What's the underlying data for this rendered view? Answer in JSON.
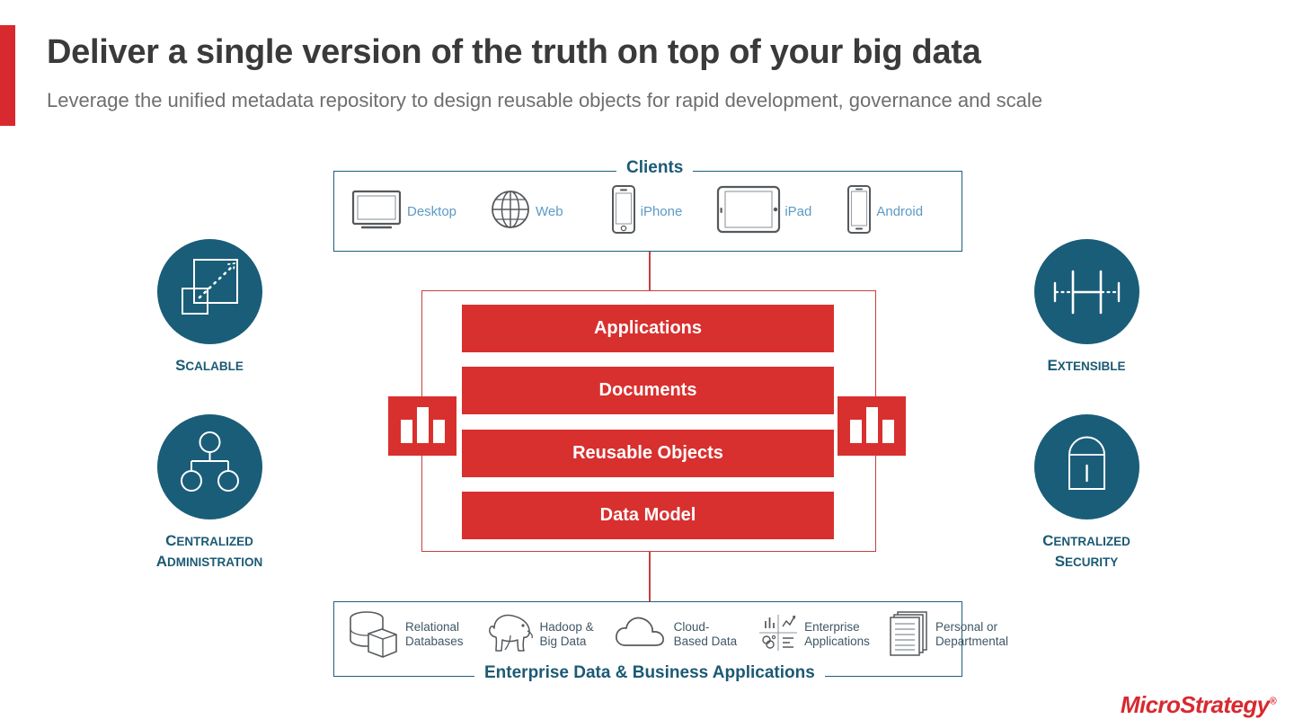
{
  "header": {
    "title": "Deliver a single version of the truth on top of your big data",
    "subtitle": "Leverage the unified metadata repository to design reusable objects for rapid development, governance and scale",
    "accent_color": "#D8292F"
  },
  "colors": {
    "teal": "#1A5D78",
    "red": "#D8302F",
    "label_blue": "#5C9AC4",
    "slate": "#3F5765"
  },
  "clients": {
    "title": "Clients",
    "items": [
      {
        "icon": "desktop-icon",
        "label": "Desktop"
      },
      {
        "icon": "web-globe-icon",
        "label": "Web"
      },
      {
        "icon": "iphone-icon",
        "label": "iPhone"
      },
      {
        "icon": "ipad-icon",
        "label": "iPad"
      },
      {
        "icon": "android-icon",
        "label": "Android"
      }
    ]
  },
  "platform": {
    "bars": [
      {
        "label": "Applications"
      },
      {
        "label": "Documents"
      },
      {
        "label": "Reusable Objects"
      },
      {
        "label": "Data Model"
      }
    ],
    "side_badge_icon": "bar-chart-icon"
  },
  "sources": {
    "title": "Enterprise Data & Business Applications",
    "items": [
      {
        "icon": "database-icon",
        "line1": "Relational",
        "line2": "Databases"
      },
      {
        "icon": "hadoop-elephant-icon",
        "line1": "Hadoop &",
        "line2": "Big Data"
      },
      {
        "icon": "cloud-icon",
        "line1": "Cloud-",
        "line2": "Based Data"
      },
      {
        "icon": "enterprise-apps-icon",
        "line1": "Enterprise",
        "line2": "Applications"
      },
      {
        "icon": "documents-stack-icon",
        "line1": "Personal or",
        "line2": "Departmental"
      }
    ]
  },
  "features": [
    {
      "icon": "scaling-squares-icon",
      "line1": "S",
      "rest1": "CALABLE",
      "line2": "",
      "rest2": ""
    },
    {
      "icon": "org-hierarchy-icon",
      "line1": "C",
      "rest1": "ENTRALIZED",
      "line2": "A",
      "rest2": "DMINISTRATION"
    },
    {
      "icon": "extensible-width-icon",
      "line1": "E",
      "rest1": "XTENSIBLE",
      "line2": "",
      "rest2": ""
    },
    {
      "icon": "padlock-icon",
      "line1": "C",
      "rest1": "ENTRALIZED",
      "line2": "S",
      "rest2": "ECURITY"
    }
  ],
  "logo": {
    "text": "MicroStrategy",
    "mark": "®"
  }
}
